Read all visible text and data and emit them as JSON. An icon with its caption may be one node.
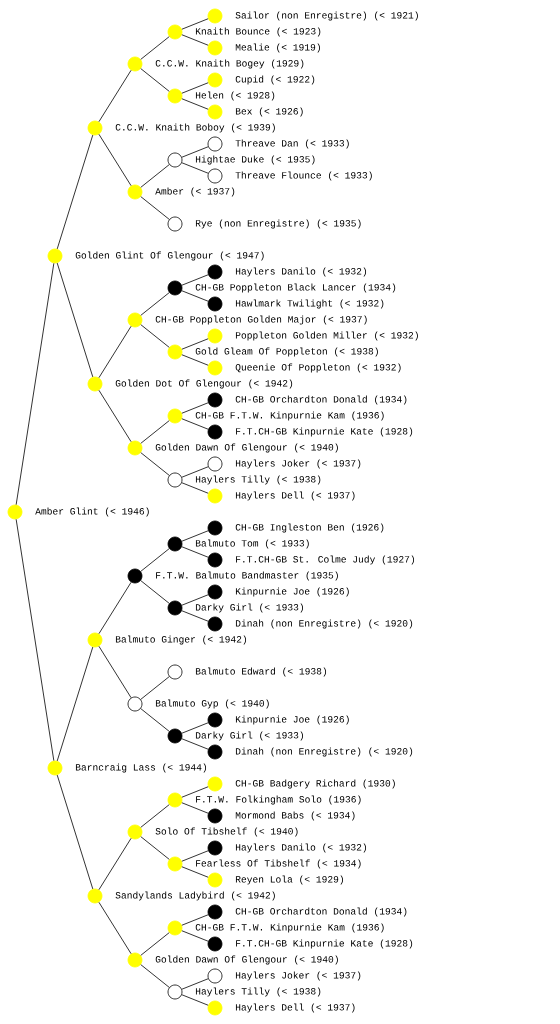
{
  "diagram": {
    "nodes": [
      {
        "text": [
          "Sailor (non Enregistre) (< 1921)"
        ]
      },
      {
        "text": [
          "Knaith Bounce (< 1923)"
        ]
      },
      {
        "text": [
          "Mealie (< 1919)"
        ]
      },
      {
        "text": [
          "C.C.W. Knaith Bogey (1929)"
        ]
      },
      {
        "text": [
          "Cupid (< 1922)"
        ]
      },
      {
        "text": [
          "Helen (< 1928)"
        ]
      },
      {
        "text": [
          "Bex (< 1926)"
        ]
      },
      {
        "text": [
          "C.C.W. Knaith Boboy (< 1939)"
        ]
      },
      {
        "text": [
          "Threave Dan (< 1933)"
        ]
      },
      {
        "text": [
          "Hightae Duke (< 1935)"
        ]
      },
      {
        "text": [
          "Threave Flounce (< 1933)"
        ]
      },
      {
        "text": [
          "Amber (< 1937)"
        ]
      },
      {
        "text": [
          "Rye (non Enregistre) (< 1935)"
        ]
      },
      {
        "text": [
          "Golden Glint Of Glengour (< 1947)"
        ]
      },
      {
        "text": [
          "Haylers Danilo (< 1932)"
        ]
      },
      {
        "text": [
          "CH-GB Poppleton Black Lancer (1934)"
        ]
      },
      {
        "text": [
          "Hawlmark Twilight (< 1932)"
        ]
      },
      {
        "text": [
          "CH-GB Poppleton Golden Major (< 1937)"
        ]
      },
      {
        "text": [
          "Poppleton Golden Miller (< 1932)"
        ]
      },
      {
        "text": [
          "Gold Gleam Of Poppleton (< 1938)"
        ]
      },
      {
        "text": [
          "Queenie Of Poppleton (< 1932)"
        ]
      },
      {
        "text": [
          "Golden Dot Of Glengour (< 1942)"
        ]
      },
      {
        "text": [
          "CH-GB Orchardton Donald (1934)"
        ]
      },
      {
        "text": [
          "CH-GB F.T.W. Kinpurnie Kam (1936)"
        ]
      },
      {
        "text": [
          "F.T.CH-GB Kinpurnie Kate (1928)"
        ]
      },
      {
        "text": [
          "Golden Dawn Of Glengour (< 1940)"
        ]
      },
      {
        "text": [
          "Haylers Joker (< 1937)"
        ]
      },
      {
        "text": [
          "Haylers Tilly (< 1938)"
        ]
      },
      {
        "text": [
          "Haylers Dell (< 1937)"
        ]
      },
      {
        "text": [
          "Amber Glint (< 1946)"
        ]
      },
      {
        "text": [
          "CH-GB Ingleston Ben (1926)"
        ]
      },
      {
        "text": [
          "Balmuto Tom (< 1933)"
        ]
      },
      {
        "text": [
          "F.T.CH-GB St. Colme Judy (1927)"
        ]
      },
      {
        "text": [
          "F.T.W. Balmuto Bandmaster (1935)"
        ]
      },
      {
        "text": [
          "Kinpurnie Joe (1926)"
        ]
      },
      {
        "text": [
          "Darky Girl (< 1933)"
        ]
      },
      {
        "text": [
          "Dinah (non Enregistre) (< 1920)"
        ]
      },
      {
        "text": [
          "Balmuto Ginger (< 1942)"
        ]
      },
      {
        "text": [
          "Balmuto Edward (< 1938)"
        ]
      },
      {
        "text": [
          "Balmuto Gyp (< 1940)"
        ]
      },
      {
        "text": [
          "Kinpurnie Joe (1926)"
        ]
      },
      {
        "text": [
          "Darky Girl (< 1933)"
        ]
      },
      {
        "text": [
          "Dinah (non Enregistre) (< 1920)"
        ]
      },
      {
        "text": [
          "Barncraig Lass (< 1944)"
        ]
      },
      {
        "text": [
          "CH-GB Badgery Richard (1930)"
        ]
      },
      {
        "text": [
          "F.T.W. Folkingham Solo (1936)"
        ]
      },
      {
        "text": [
          "Mormond Babs (< 1934)"
        ]
      },
      {
        "text": [
          "Solo Of Tibshelf (< 1940)"
        ]
      },
      {
        "text": [
          "Haylers Danilo (< 1932)"
        ]
      },
      {
        "text": [
          "Fearless Of Tibshelf (< 1934)"
        ]
      },
      {
        "text": [
          "Reyen Lola (< 1929)"
        ]
      },
      {
        "text": [
          "Sandylands Ladybird (< 1942)"
        ]
      },
      {
        "text": [
          "CH-GB Orchardton Donald (1934)"
        ]
      },
      {
        "text": [
          "CH-GB F.T.W. Kinpurnie Kam (1936)"
        ]
      },
      {
        "text": [
          "F.T.CH-GB Kinpurnie Kate (1928)"
        ]
      },
      {
        "text": [
          "Golden Dawn Of Glengour (< 1940)"
        ]
      },
      {
        "text": [
          "Haylers Joker (< 1937)"
        ]
      },
      {
        "text": [
          "Haylers Tilly (< 1938)"
        ]
      },
      {
        "text": [
          "Haylers Dell (< 1937)"
        ]
      }
    ],
    "edges": [
      {
        "from": 29,
        "to": 13,
        "arrow": "none"
      },
      {
        "from": 29,
        "to": 43,
        "arrow": "none"
      },
      {
        "from": 13,
        "to": 7,
        "arrow": "none"
      },
      {
        "from": 13,
        "to": 21,
        "arrow": "none"
      },
      {
        "from": 43,
        "to": 37,
        "arrow": "none"
      },
      {
        "from": 43,
        "to": 51,
        "arrow": "none"
      },
      {
        "from": 7,
        "to": 3,
        "arrow": "none"
      },
      {
        "from": 7,
        "to": 11,
        "arrow": "none"
      },
      {
        "from": 21,
        "to": 17,
        "arrow": "none"
      },
      {
        "from": 21,
        "to": 25,
        "arrow": "none"
      },
      {
        "from": 37,
        "to": 33,
        "arrow": "none"
      },
      {
        "from": 37,
        "to": 39,
        "arrow": "none"
      },
      {
        "from": 51,
        "to": 47,
        "arrow": "none"
      },
      {
        "from": 51,
        "to": 55,
        "arrow": "none"
      },
      {
        "from": 3,
        "to": 1,
        "arrow": "none"
      },
      {
        "from": 3,
        "to": 5,
        "arrow": "none"
      },
      {
        "from": 11,
        "to": 9,
        "arrow": "none"
      },
      {
        "from": 11,
        "to": 12,
        "arrow": "none"
      },
      {
        "from": 17,
        "to": 15,
        "arrow": "none"
      },
      {
        "from": 17,
        "to": 19,
        "arrow": "none"
      },
      {
        "from": 25,
        "to": 23,
        "arrow": "none"
      },
      {
        "from": 25,
        "to": 27,
        "arrow": "none"
      },
      {
        "from": 33,
        "to": 31,
        "arrow": "none"
      },
      {
        "from": 33,
        "to": 35,
        "arrow": "none"
      },
      {
        "from": 39,
        "to": 38,
        "arrow": "none"
      },
      {
        "from": 39,
        "to": 41,
        "arrow": "none"
      },
      {
        "from": 47,
        "to": 45,
        "arrow": "none"
      },
      {
        "from": 47,
        "to": 49,
        "arrow": "none"
      },
      {
        "from": 55,
        "to": 53,
        "arrow": "none"
      },
      {
        "from": 55,
        "to": 57,
        "arrow": "none"
      },
      {
        "from": 1,
        "to": 0,
        "arrow": "none"
      },
      {
        "from": 1,
        "to": 2,
        "arrow": "none"
      },
      {
        "from": 5,
        "to": 4,
        "arrow": "none"
      },
      {
        "from": 5,
        "to": 6,
        "arrow": "none"
      },
      {
        "from": 9,
        "to": 8,
        "arrow": "none"
      },
      {
        "from": 9,
        "to": 10,
        "arrow": "none"
      },
      {
        "from": 15,
        "to": 14,
        "arrow": "none"
      },
      {
        "from": 15,
        "to": 16,
        "arrow": "none"
      },
      {
        "from": 19,
        "to": 18,
        "arrow": "none"
      },
      {
        "from": 19,
        "to": 20,
        "arrow": "none"
      },
      {
        "from": 23,
        "to": 22,
        "arrow": "none"
      },
      {
        "from": 23,
        "to": 24,
        "arrow": "none"
      },
      {
        "from": 27,
        "to": 26,
        "arrow": "none"
      },
      {
        "from": 27,
        "to": 28,
        "arrow": "none"
      },
      {
        "from": 31,
        "to": 30,
        "arrow": "none"
      },
      {
        "from": 31,
        "to": 32,
        "arrow": "none"
      },
      {
        "from": 35,
        "to": 34,
        "arrow": "none"
      },
      {
        "from": 35,
        "to": 36,
        "arrow": "none"
      },
      {
        "from": 41,
        "to": 40,
        "arrow": "none"
      },
      {
        "from": 41,
        "to": 42,
        "arrow": "none"
      },
      {
        "from": 45,
        "to": 44,
        "arrow": "none"
      },
      {
        "from": 45,
        "to": 46,
        "arrow": "none"
      },
      {
        "from": 49,
        "to": 48,
        "arrow": "none"
      },
      {
        "from": 49,
        "to": 50,
        "arrow": "none"
      },
      {
        "from": 53,
        "to": 52,
        "arrow": "none"
      },
      {
        "from": 53,
        "to": 54,
        "arrow": "none"
      },
      {
        "from": 57,
        "to": 56,
        "arrow": "none"
      },
      {
        "from": 57,
        "to": 58,
        "arrow": "none"
      }
    ]
  }
}
